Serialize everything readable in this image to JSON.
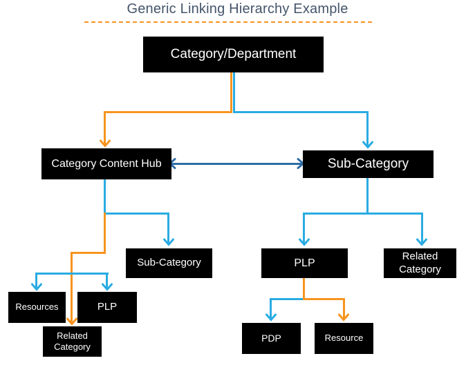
{
  "title": "Generic Linking Hierarchy Example",
  "colors": {
    "orange": "#F7941E",
    "light_blue": "#29ABE2",
    "dark_blue": "#2E6DA4",
    "title_text": "#44546A",
    "node_bg": "#000000",
    "node_text": "#FFFFFF"
  },
  "nodes": {
    "category_department": "Category/Department",
    "category_content_hub": "Category Content Hub",
    "sub_category": "Sub-Category",
    "sub_category_small": "Sub-Category",
    "resources": "Resources",
    "plp_left": "PLP",
    "related_category_left": "Related Category",
    "plp_right": "PLP",
    "related_category_right": "Related Category",
    "pdp": "PDP",
    "resource": "Resource"
  },
  "edges": [
    {
      "from": "Category/Department",
      "to": "Category Content Hub",
      "color": "orange",
      "direction": "single"
    },
    {
      "from": "Category/Department",
      "to": "Sub-Category",
      "color": "light_blue",
      "direction": "single"
    },
    {
      "from": "Category Content Hub",
      "to": "Sub-Category",
      "color": "dark_blue",
      "direction": "double"
    },
    {
      "from": "Category Content Hub",
      "to": "Sub-Category (small)",
      "color": "light_blue",
      "direction": "single"
    },
    {
      "from": "Category Content Hub",
      "to": "Resources",
      "color": "light_blue",
      "direction": "single"
    },
    {
      "from": "Category Content Hub",
      "to": "PLP",
      "color": "light_blue",
      "direction": "single"
    },
    {
      "from": "Category Content Hub",
      "to": "Related Category",
      "color": "orange",
      "direction": "single"
    },
    {
      "from": "Sub-Category",
      "to": "PLP",
      "color": "light_blue",
      "direction": "single"
    },
    {
      "from": "Sub-Category",
      "to": "Related Category",
      "color": "light_blue",
      "direction": "single"
    },
    {
      "from": "PLP",
      "to": "PDP",
      "color": "light_blue",
      "direction": "single"
    },
    {
      "from": "PLP",
      "to": "Resource",
      "color": "orange",
      "direction": "single"
    }
  ]
}
